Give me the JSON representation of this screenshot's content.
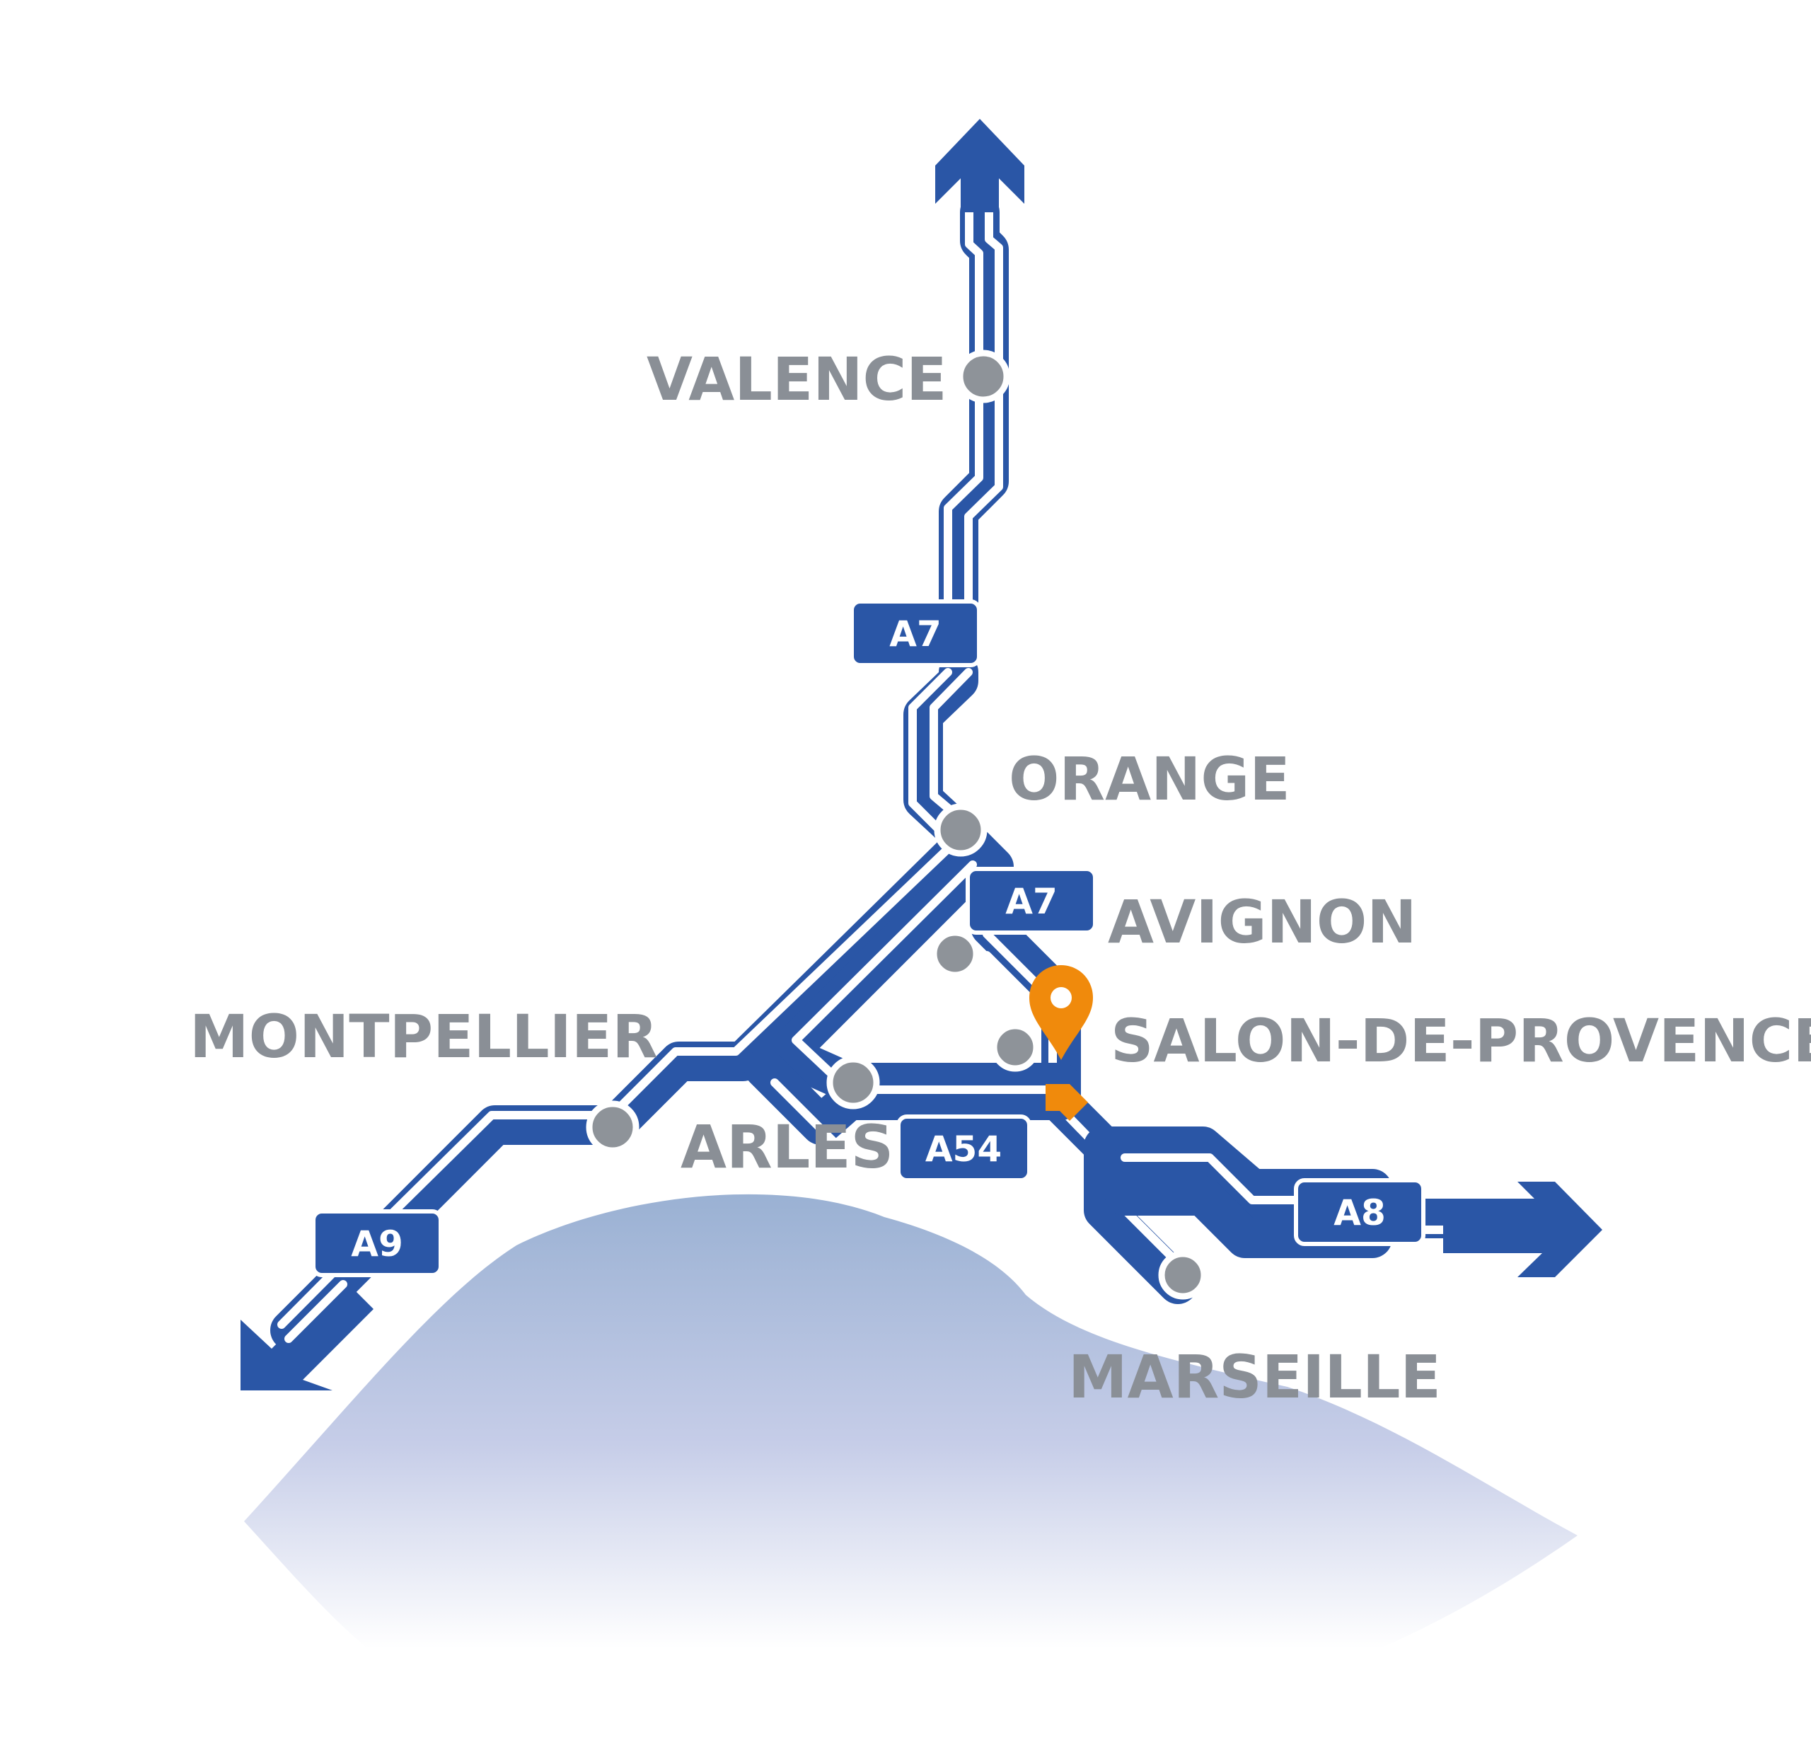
{
  "colors": {
    "road": "#2a56a6",
    "road_lane": "#ffffff",
    "city_dot": "#8e9399",
    "label": "#8a8f96",
    "sea_top": "#9ab1d3",
    "sea_bottom": "#ffffff",
    "marker": "#f08a0c"
  },
  "cities": [
    {
      "key": "valence",
      "name": "VALENCE"
    },
    {
      "key": "orange",
      "name": "ORANGE"
    },
    {
      "key": "avignon",
      "name": "AVIGNON"
    },
    {
      "key": "montpellier",
      "name": "MONTPELLIER"
    },
    {
      "key": "salon",
      "name": "SALON-DE-PROVENCE"
    },
    {
      "key": "arles",
      "name": "ARLES"
    },
    {
      "key": "marseille",
      "name": "MARSEILLE"
    }
  ],
  "highways": [
    {
      "key": "a7_north",
      "label": "A7"
    },
    {
      "key": "a7_south",
      "label": "A7"
    },
    {
      "key": "a54",
      "label": "A54"
    },
    {
      "key": "a9",
      "label": "A9"
    },
    {
      "key": "a8",
      "label": "A8"
    }
  ],
  "marker": {
    "icon": "location-pin-icon"
  },
  "exit_icon": "highway-exit-icon"
}
